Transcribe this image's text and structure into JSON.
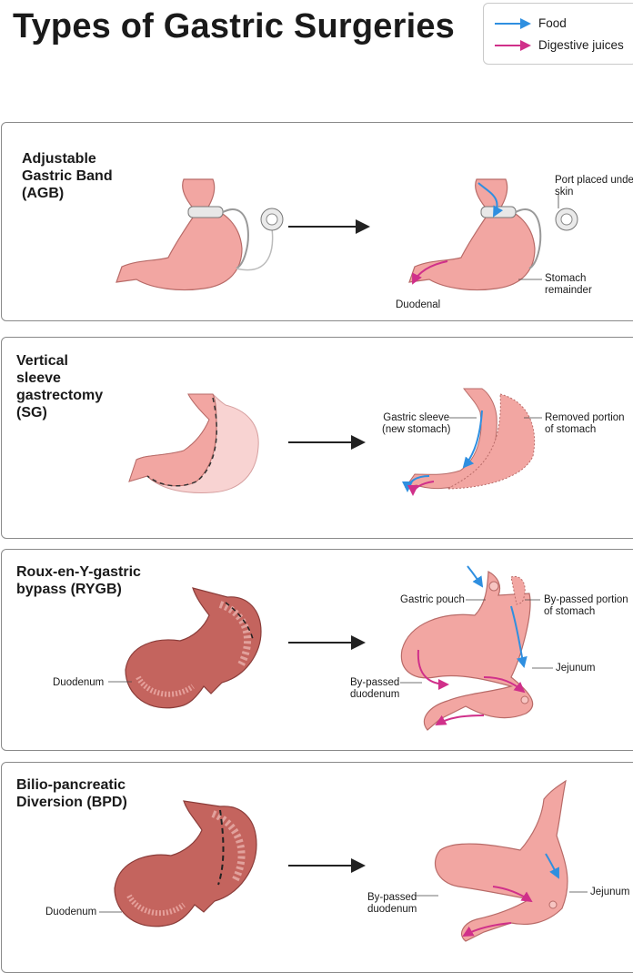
{
  "title": "Types of Gastric Surgeries",
  "legend": {
    "food": "Food",
    "digestive_juices": "Digestive juices"
  },
  "colors": {
    "food_arrow": "#2f8fe0",
    "juice_arrow": "#d0308a",
    "stomach_fill": "#f2a6a2",
    "stomach_stroke": "#b86b68",
    "real_stomach": "#c4645e",
    "panel_border": "#8a8a8a"
  },
  "panels": [
    {
      "title": "Adjustable\nGastric Band\n(AGB)",
      "labels": {
        "port": "Port placed under\nskin",
        "stomach_remainder": "Stomach\nremainder",
        "duodenal": "Duodenal"
      }
    },
    {
      "title": "Vertical\nsleeve\ngastrectomy\n(SG)",
      "labels": {
        "gastric_sleeve": "Gastric sleeve\n(new stomach)",
        "removed_portion": "Removed portion\nof stomach"
      }
    },
    {
      "title": "Roux-en-Y-gastric\nbypass (RYGB)",
      "labels": {
        "duodenum": "Duodenum",
        "gastric_pouch": "Gastric pouch",
        "bypassed_portion": "By-passed portion\nof stomach",
        "jejunum": "Jejunum",
        "bypassed_duodenum": "By-passed\nduodenum"
      }
    },
    {
      "title": "Bilio-pancreatic\nDiversion (BPD)",
      "labels": {
        "duodenum": "Duodenum",
        "jejunum": "Jejunum",
        "bypassed_duodenum": "By-passed\nduodenum"
      }
    }
  ]
}
